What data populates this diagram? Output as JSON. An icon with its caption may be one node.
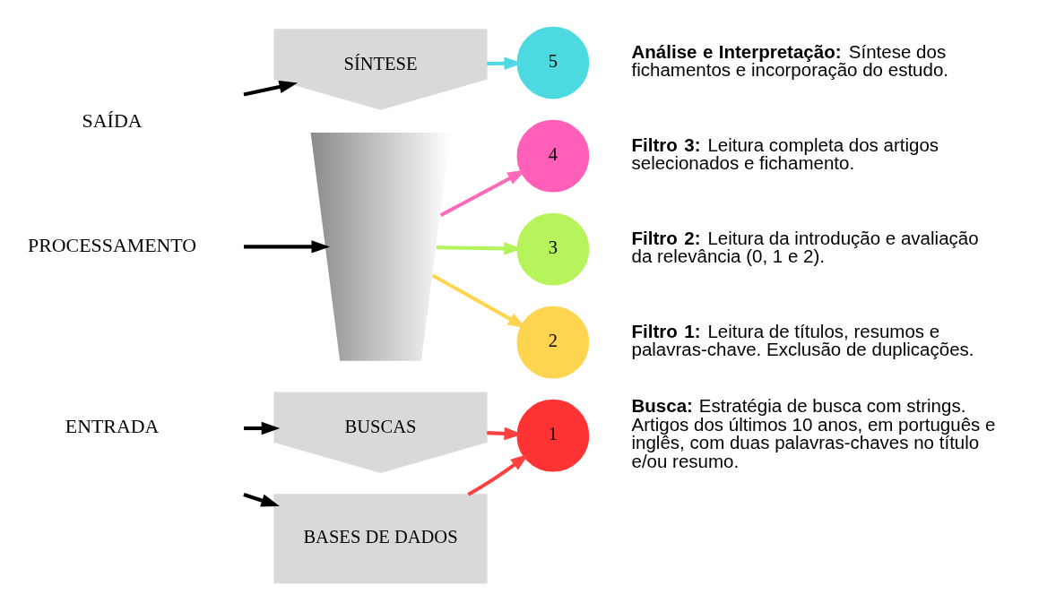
{
  "diagram": {
    "nodes": [
      {
        "text": [
          "BASES DE DADOS"
        ]
      },
      {
        "text": [
          "BUSCAS"
        ]
      },
      {
        "text": [],
        "shape": "funnel"
      },
      {
        "text": [
          "SÍNTESE"
        ]
      },
      {
        "text": [
          "1"
        ],
        "beside": [
          "**Busca:** Estratégia de busca com strings. Artigos dos últimos 10 anos, em português e inglês, com duas palavras-chaves no título e/ou resumo."
        ]
      },
      {
        "text": [
          "2"
        ],
        "beside": [
          "**Filtro 1:** Leitura de títulos, resumos e palavras-chave. Exclusão de duplicações."
        ]
      },
      {
        "text": [
          "3"
        ],
        "beside": [
          "**Filtro 2:** Leitura da introdução e avaliação da relevância (0, 1 e 2)."
        ]
      },
      {
        "text": [
          "4"
        ],
        "beside": [
          "**Filtro 3:** Leitura completa dos artigos selecionados e fichamento."
        ]
      },
      {
        "text": [
          "5"
        ],
        "beside": [
          "**Análise e Interpretação:**  Síntese dos fichamentos e incorporação do estudo."
        ]
      }
    ],
    "edges": [
      {
        "from": null,
        "to": 0,
        "arrow": "to"
      },
      {
        "from": null,
        "to": 1,
        "arrow": "to"
      },
      {
        "from": null,
        "to": 2,
        "arrow": "to"
      },
      {
        "from": null,
        "to": 3,
        "arrow": "to"
      },
      {
        "from": 0,
        "to": 4,
        "arrow": "to",
        "color": "#ff4040"
      },
      {
        "from": 1,
        "to": 4,
        "arrow": "to",
        "color": "#ff4040"
      },
      {
        "from": 2,
        "to": 5,
        "arrow": "to",
        "color": "#ffd54f"
      },
      {
        "from": 2,
        "to": 6,
        "arrow": "to",
        "color": "#b2f35a"
      },
      {
        "from": 2,
        "to": 7,
        "arrow": "to",
        "color": "#ff69b8"
      },
      {
        "from": 3,
        "to": 8,
        "arrow": "to",
        "color": "#4dd9e6"
      }
    ],
    "labels": [
      "ENTRADA",
      "PROCESSAMENTO",
      "SAÍDA"
    ]
  }
}
